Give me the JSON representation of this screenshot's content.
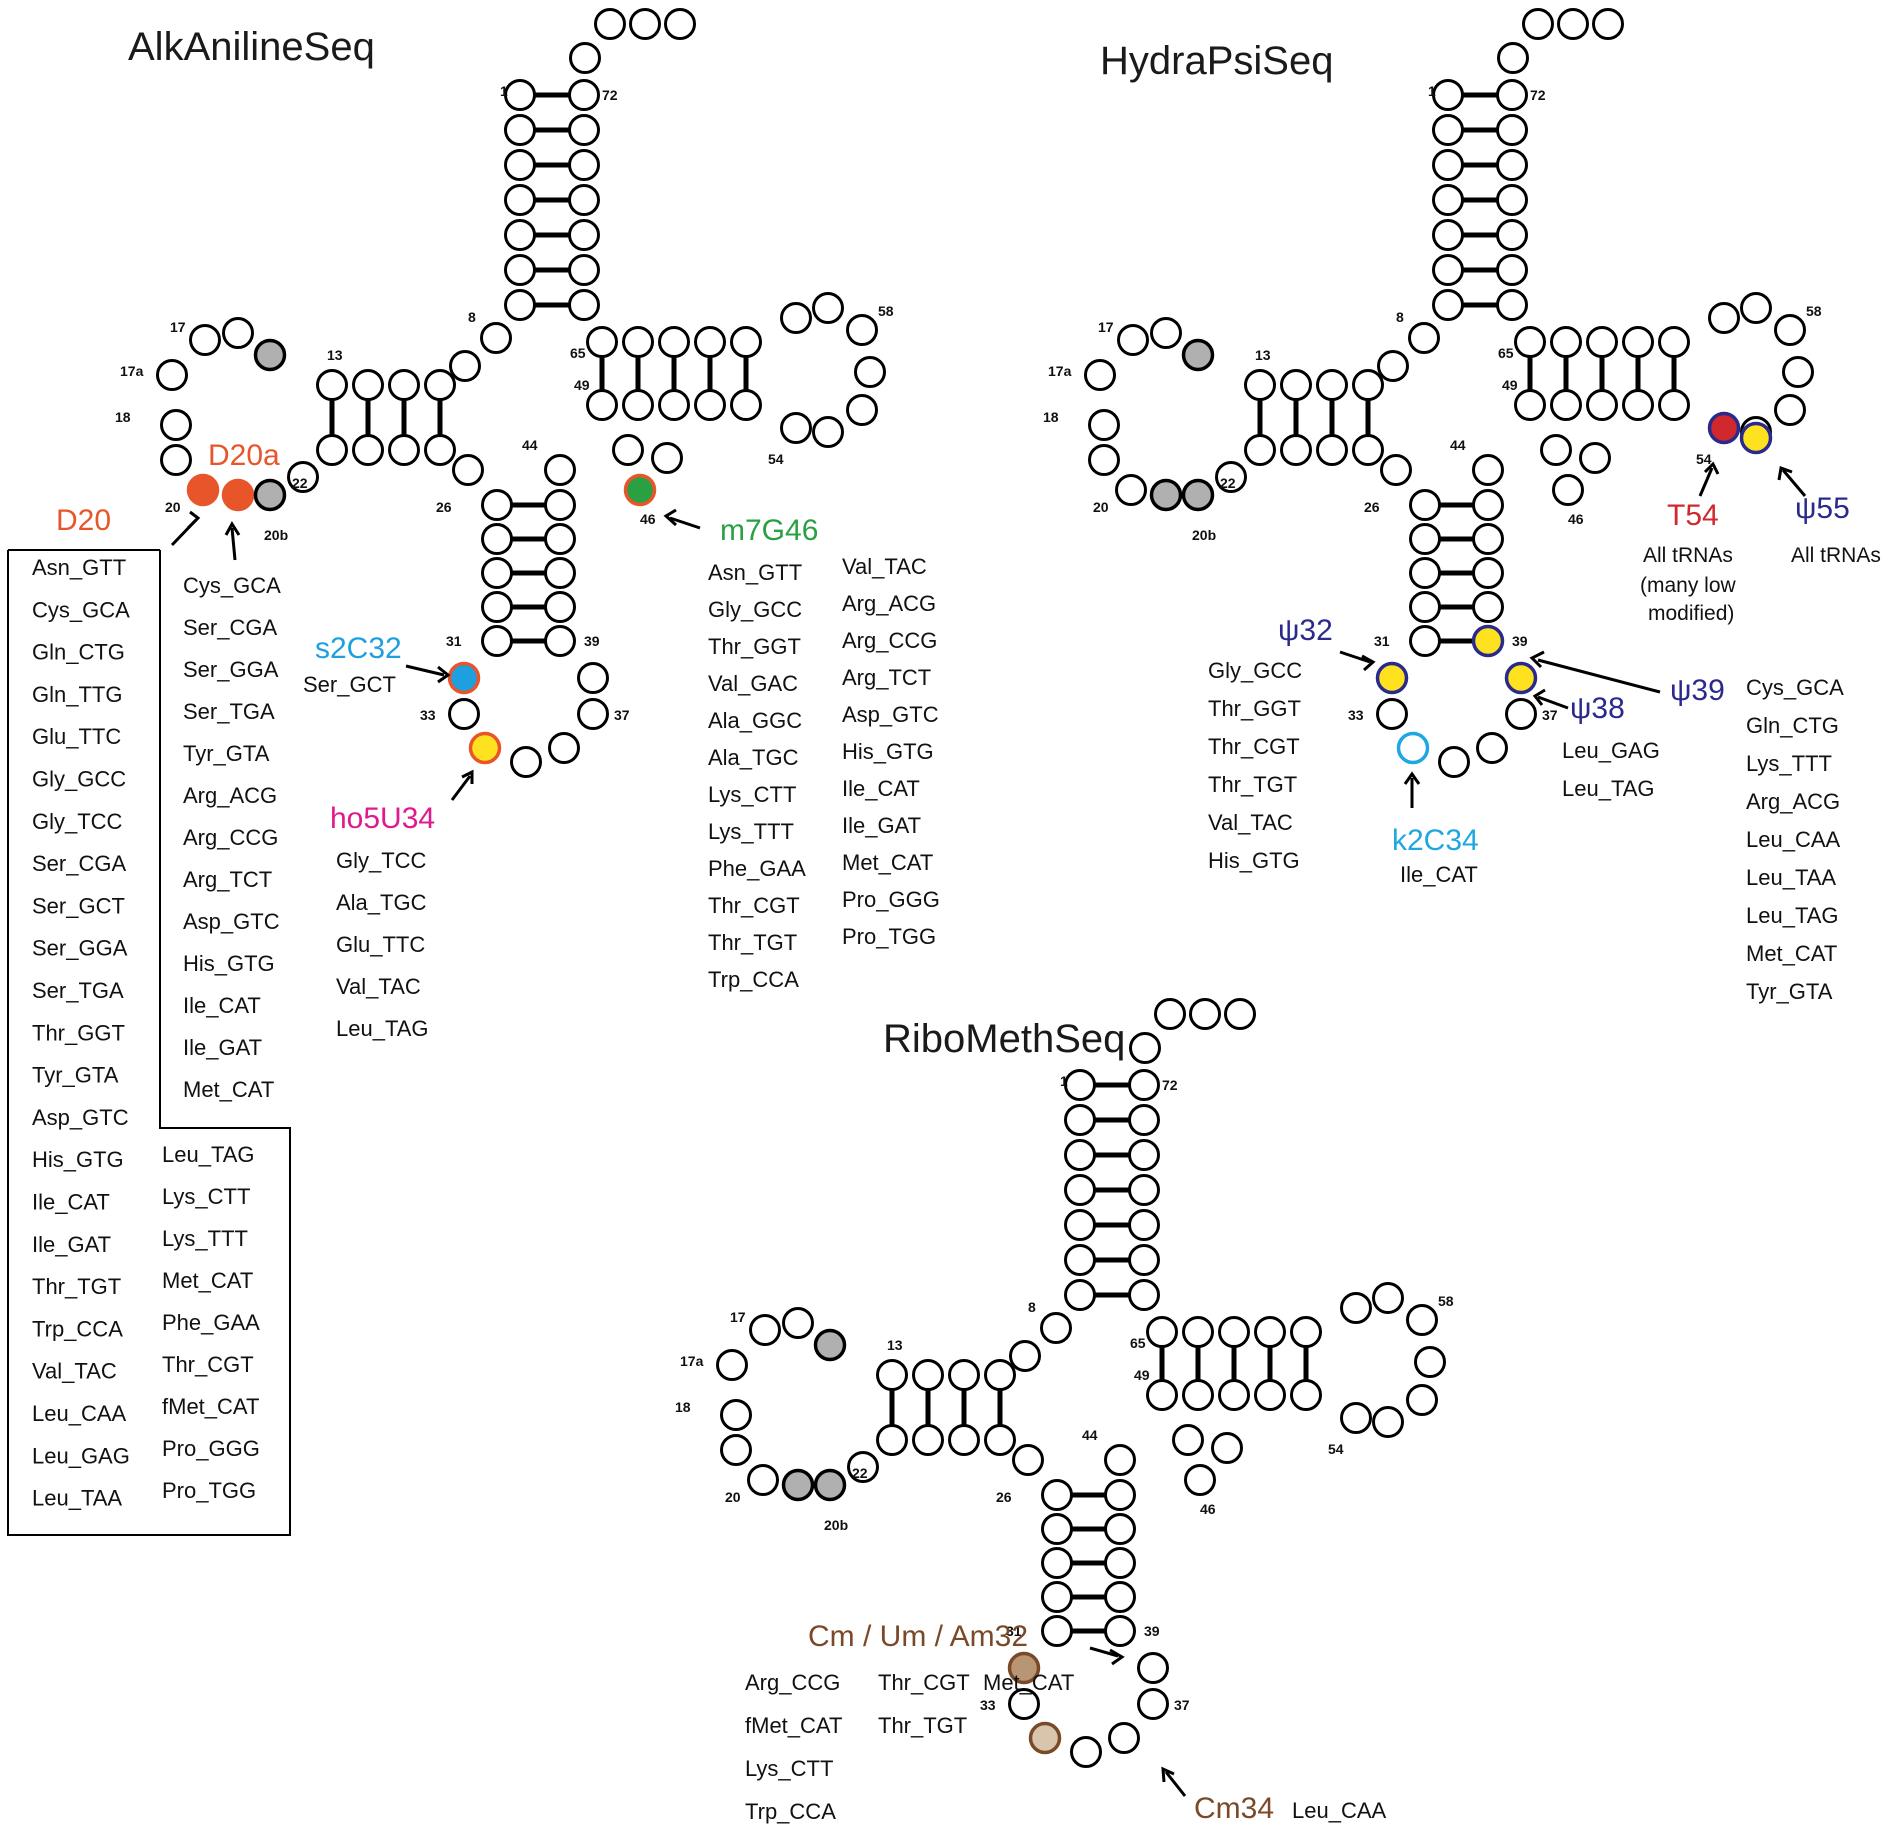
{
  "colors": {
    "outline": "#000000",
    "unmodified_fill": "#ffffff",
    "variable_fill": "#b0b0b0",
    "d20": "#e8552a",
    "m7g46": "#2aa043",
    "s2c32": "#1e9fe0",
    "ho5u34": "#e0198c",
    "yellow": "#ffe21f",
    "psi": "#2a2a8c",
    "t54": "#d0282d",
    "k2c34": "#1ea7e0",
    "ribometh": "#7a4a28",
    "cm_fill": "#b89674"
  },
  "panels": [
    {
      "id": "alkaniline",
      "title": "AlkAnilineSeq",
      "mods": [
        {
          "id": "d20a",
          "text": "D20a",
          "color": "#e8552a"
        },
        {
          "id": "d20",
          "text": "D20",
          "color": "#e8552a"
        },
        {
          "id": "m7g46",
          "text": "m7G46",
          "color": "#2aa043"
        },
        {
          "id": "s2c32",
          "text": "s2C32",
          "color": "#1e9fe0"
        },
        {
          "id": "ho5u34",
          "text": "ho5U34",
          "color": "#e0198c"
        }
      ],
      "lists": {
        "d20_box_col1": [
          "Asn_GTT",
          "Cys_GCA",
          "Gln_CTG",
          "Gln_TTG",
          "Glu_TTC",
          "Gly_GCC",
          "Gly_TCC",
          "Ser_CGA",
          "Ser_GCT",
          "Ser_GGA",
          "Ser_TGA",
          "Thr_GGT",
          "Tyr_GTA",
          "Asp_GTC",
          "His_GTG",
          "Ile_CAT",
          "Ile_GAT",
          "Thr_TGT",
          "Trp_CCA",
          "Val_TAC",
          "Leu_CAA",
          "Leu_GAG",
          "Leu_TAA"
        ],
        "d20_box_col2": [
          "Leu_TAG",
          "Lys_CTT",
          "Lys_TTT",
          "Met_CAT",
          "Phe_GAA",
          "Thr_CGT",
          "fMet_CAT",
          "Pro_GGG",
          "Pro_TGG"
        ],
        "d20a": [
          "Cys_GCA",
          "Ser_CGA",
          "Ser_GGA",
          "Ser_TGA",
          "Tyr_GTA",
          "Arg_ACG",
          "Arg_CCG",
          "Arg_TCT",
          "Asp_GTC",
          "His_GTG",
          "Ile_CAT",
          "Ile_GAT",
          "Met_CAT"
        ],
        "s2c32": [
          "Ser_GCT"
        ],
        "ho5u34": [
          "Gly_TCC",
          "Ala_TGC",
          "Glu_TTC",
          "Val_TAC",
          "Leu_TAG"
        ],
        "m7g46_col1": [
          "Asn_GTT",
          "Gly_GCC",
          "Thr_GGT",
          "Val_GAC",
          "Ala_GGC",
          "Ala_TGC",
          "Lys_CTT",
          "Lys_TTT",
          "Phe_GAA",
          "Thr_CGT",
          "Thr_TGT",
          "Trp_CCA"
        ],
        "m7g46_col2": [
          "Val_TAC",
          "Arg_ACG",
          "Arg_CCG",
          "Arg_TCT",
          "Asp_GTC",
          "His_GTG",
          "Ile_CAT",
          "Ile_GAT",
          "Met_CAT",
          "Pro_GGG",
          "Pro_TGG"
        ]
      }
    },
    {
      "id": "hydrapsi",
      "title": "HydraPsiSeq",
      "mods": [
        {
          "id": "t54",
          "text": "T54",
          "color": "#d0282d"
        },
        {
          "id": "psi55",
          "text": "ψ55",
          "color": "#2a2a8c"
        },
        {
          "id": "psi32",
          "text": "ψ32",
          "color": "#2a2a8c"
        },
        {
          "id": "psi38",
          "text": "ψ38",
          "color": "#2a2a8c"
        },
        {
          "id": "psi39",
          "text": "ψ39",
          "color": "#2a2a8c"
        },
        {
          "id": "k2c34",
          "text": "k2C34",
          "color": "#1ea7e0"
        }
      ],
      "notes": {
        "t54_line1": "All tRNAs",
        "t54_line2": "(many low",
        "t54_line3": "modified)",
        "psi55": "All tRNAs"
      },
      "lists": {
        "psi32": [
          "Gly_GCC",
          "Thr_GGT",
          "Thr_CGT",
          "Thr_TGT",
          "Val_TAC",
          "His_GTG"
        ],
        "psi38": [
          "Leu_GAG",
          "Leu_TAG"
        ],
        "psi39": [
          "Cys_GCA",
          "Gln_CTG",
          "Lys_TTT",
          "Arg_ACG",
          "Leu_CAA",
          "Leu_TAA",
          "Leu_TAG",
          "Met_CAT",
          "Tyr_GTA"
        ],
        "k2c34": [
          "Ile_CAT"
        ]
      }
    },
    {
      "id": "ribometh",
      "title": "RiboMethSeq",
      "mods": [
        {
          "id": "nm32",
          "text": "Cm  /  Um  /  Am32",
          "color": "#7a4a28"
        },
        {
          "id": "cm34",
          "text": "Cm34",
          "color": "#7a4a28"
        }
      ],
      "lists": {
        "nm32_col1": [
          "Arg_CCG",
          "fMet_CAT",
          "Lys_CTT",
          "Trp_CCA"
        ],
        "nm32_col2": [
          "Thr_CGT",
          "Thr_TGT"
        ],
        "nm32_col3": [
          "Met_CAT"
        ],
        "cm34": [
          "Leu_CAA"
        ]
      }
    }
  ],
  "positions": {
    "p1": "1",
    "p72": "72",
    "p8": "8",
    "p13": "13",
    "p17": "17",
    "p17a": "17a",
    "p18": "18",
    "p20": "20",
    "p20b": "20b",
    "p22": "22",
    "p26": "26",
    "p31": "31",
    "p33": "33",
    "p37": "37",
    "p39": "39",
    "p44": "44",
    "p46": "46",
    "p49": "49",
    "p54": "54",
    "p58": "58",
    "p65": "65"
  }
}
